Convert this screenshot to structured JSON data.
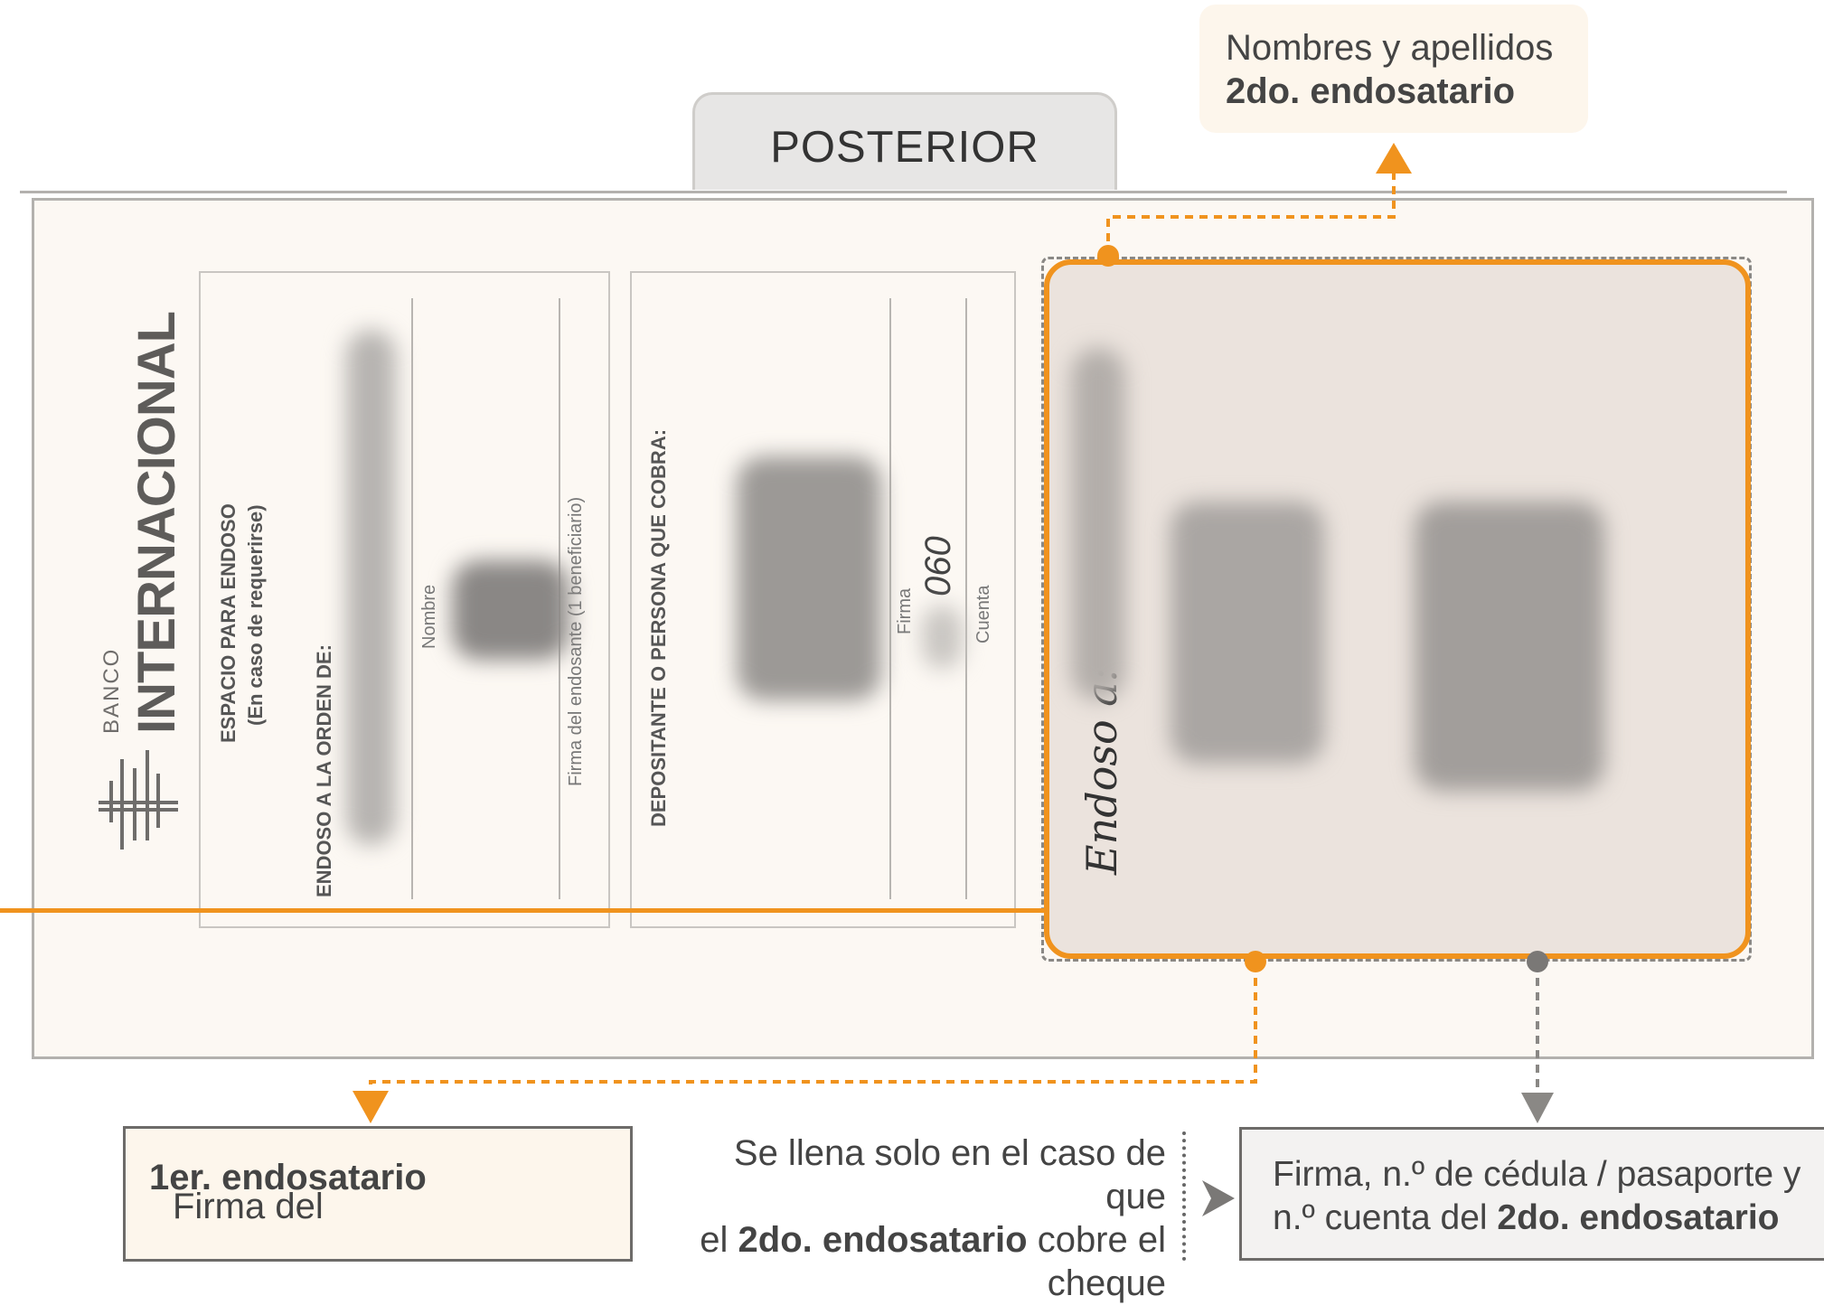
{
  "callout_top": {
    "line1": "Nombres y apellidos",
    "line2": "2do. endosatario"
  },
  "tab": {
    "label": "POSTERIOR"
  },
  "logo": {
    "small": "BANCO",
    "big": "INTERNACIONAL"
  },
  "panel1": {
    "heading1": "ESPACIO PARA ENDOSO",
    "heading2": "(En caso de requerirse)",
    "order_label": "ENDOSO A LA ORDEN DE:",
    "name_label": "Nombre",
    "sign_label": "Firma del endosante (1 beneficiario)"
  },
  "panel2": {
    "heading": "DEPOSITANTE O PERSONA QUE COBRA:",
    "sign_label": "Firma",
    "account_label": "Cuenta",
    "account_fragment": "060"
  },
  "endorsement": {
    "label": "Endoso a:"
  },
  "callout_left": {
    "pre": "Firma del ",
    "bold": "1er. endosatario"
  },
  "note": {
    "line1": "Se llena solo en el caso de que",
    "line2_pre": "el ",
    "line2_bold": "2do. endosatario",
    "line2_post": " cobre el",
    "line3": "cheque"
  },
  "callout_right": {
    "line1": "Firma, n.º de cédula / pasaporte y",
    "line2_pre": "n.º cuenta del ",
    "line2_bold": "2do. endosatario"
  },
  "colors": {
    "accent": "#f0931e",
    "grey_arrow": "#8a8885",
    "paper": "#fcf8f3",
    "zone": "#ebe3dd"
  }
}
